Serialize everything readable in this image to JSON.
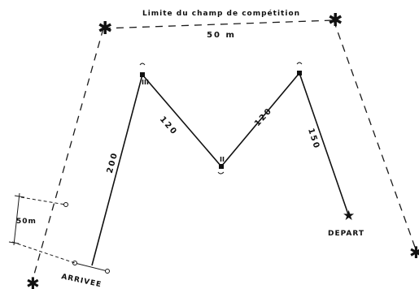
{
  "title": "Limite du champ de compétition",
  "top_distance": "50 m",
  "side_distance": "50m",
  "legs": {
    "start_to_top_right": "150",
    "top_right_to_middle": "120",
    "middle_to_top_left": "120",
    "top_left_to_finish": "200"
  },
  "markers": {
    "top_left": "III",
    "middle": "II"
  },
  "start_label": "DEPART",
  "finish_label": "ARRIVEE",
  "colors": {
    "ink": "#111111",
    "paper": "#ffffff"
  }
}
